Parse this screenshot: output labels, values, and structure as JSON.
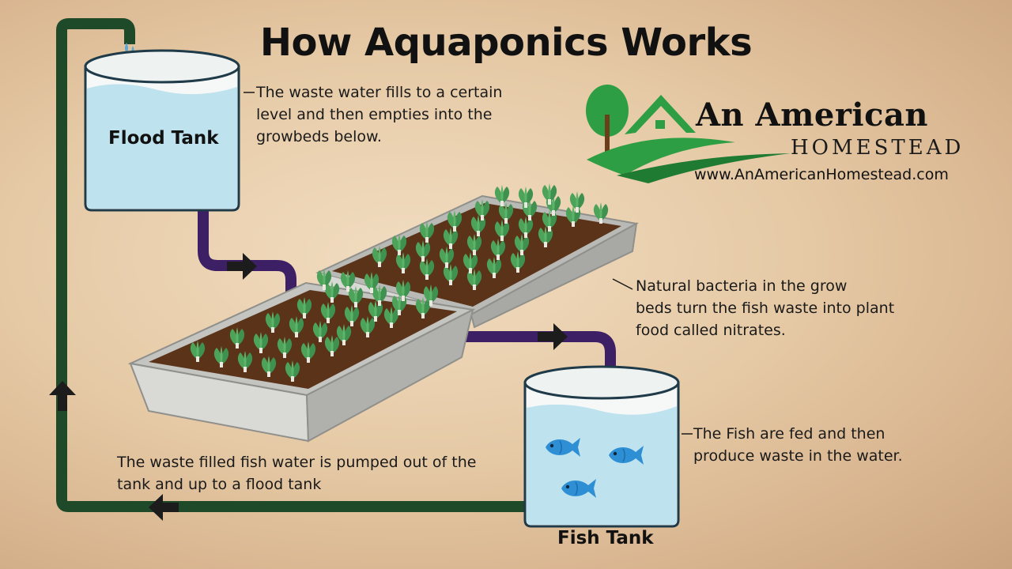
{
  "title": "How Aquaponics Works",
  "tanks": {
    "flood": "Flood Tank",
    "fish": "Fish Tank"
  },
  "notes": {
    "flood": [
      "The waste water fills to a certain",
      "level and then empties into the",
      "growbeds below."
    ],
    "growbeds": [
      "Natural bacteria in the grow",
      "beds turn the fish waste into plant",
      "food called nitrates."
    ],
    "fish": [
      "The Fish are fed and then",
      "produce waste in the water."
    ],
    "pump": [
      "The waste filled fish water is pumped out of the",
      "tank and up to a flood tank"
    ]
  },
  "brand": {
    "name": "An American",
    "sub": "HOMESTEAD",
    "url": "www.AnAmericanHomestead.com"
  },
  "colors": {
    "return_pipe": "#1e4a2a",
    "drain_pipe": "#3d1f66",
    "water": "#bfe3ee",
    "fish": "#2f8fd4",
    "soil": "#5a3318",
    "plant": "#4ea35a",
    "logo_green": "#2e9e44"
  }
}
